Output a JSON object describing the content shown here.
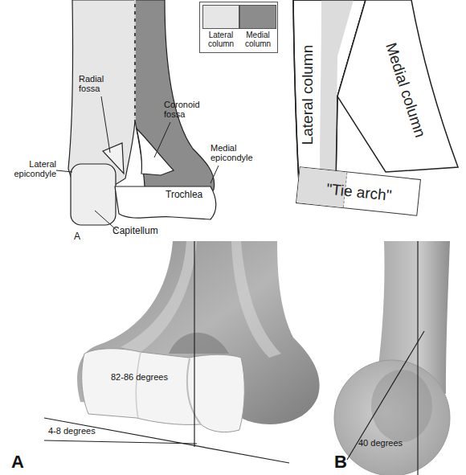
{
  "diagram": {
    "nodes": [
      {
        "text": [
          "Lateral column"
        ]
      },
      {
        "text": [
          "Medial column"
        ]
      },
      {
        "text": [
          "\"Tie arch\""
        ]
      }
    ],
    "labels": [
      "Radial fossa",
      "Coronoid fossa",
      "Lateral epicondyle",
      "Medial epicondyle",
      "Trochlea",
      "Capitellum",
      "A",
      "82-86 degrees",
      "4-8 degrees",
      "40 degrees",
      "A",
      "B"
    ],
    "legend": [
      {
        "text": "Lateral column",
        "color": "#e6e6e6"
      },
      {
        "text": "Medial column",
        "color": "#8c8c8c"
      }
    ]
  }
}
